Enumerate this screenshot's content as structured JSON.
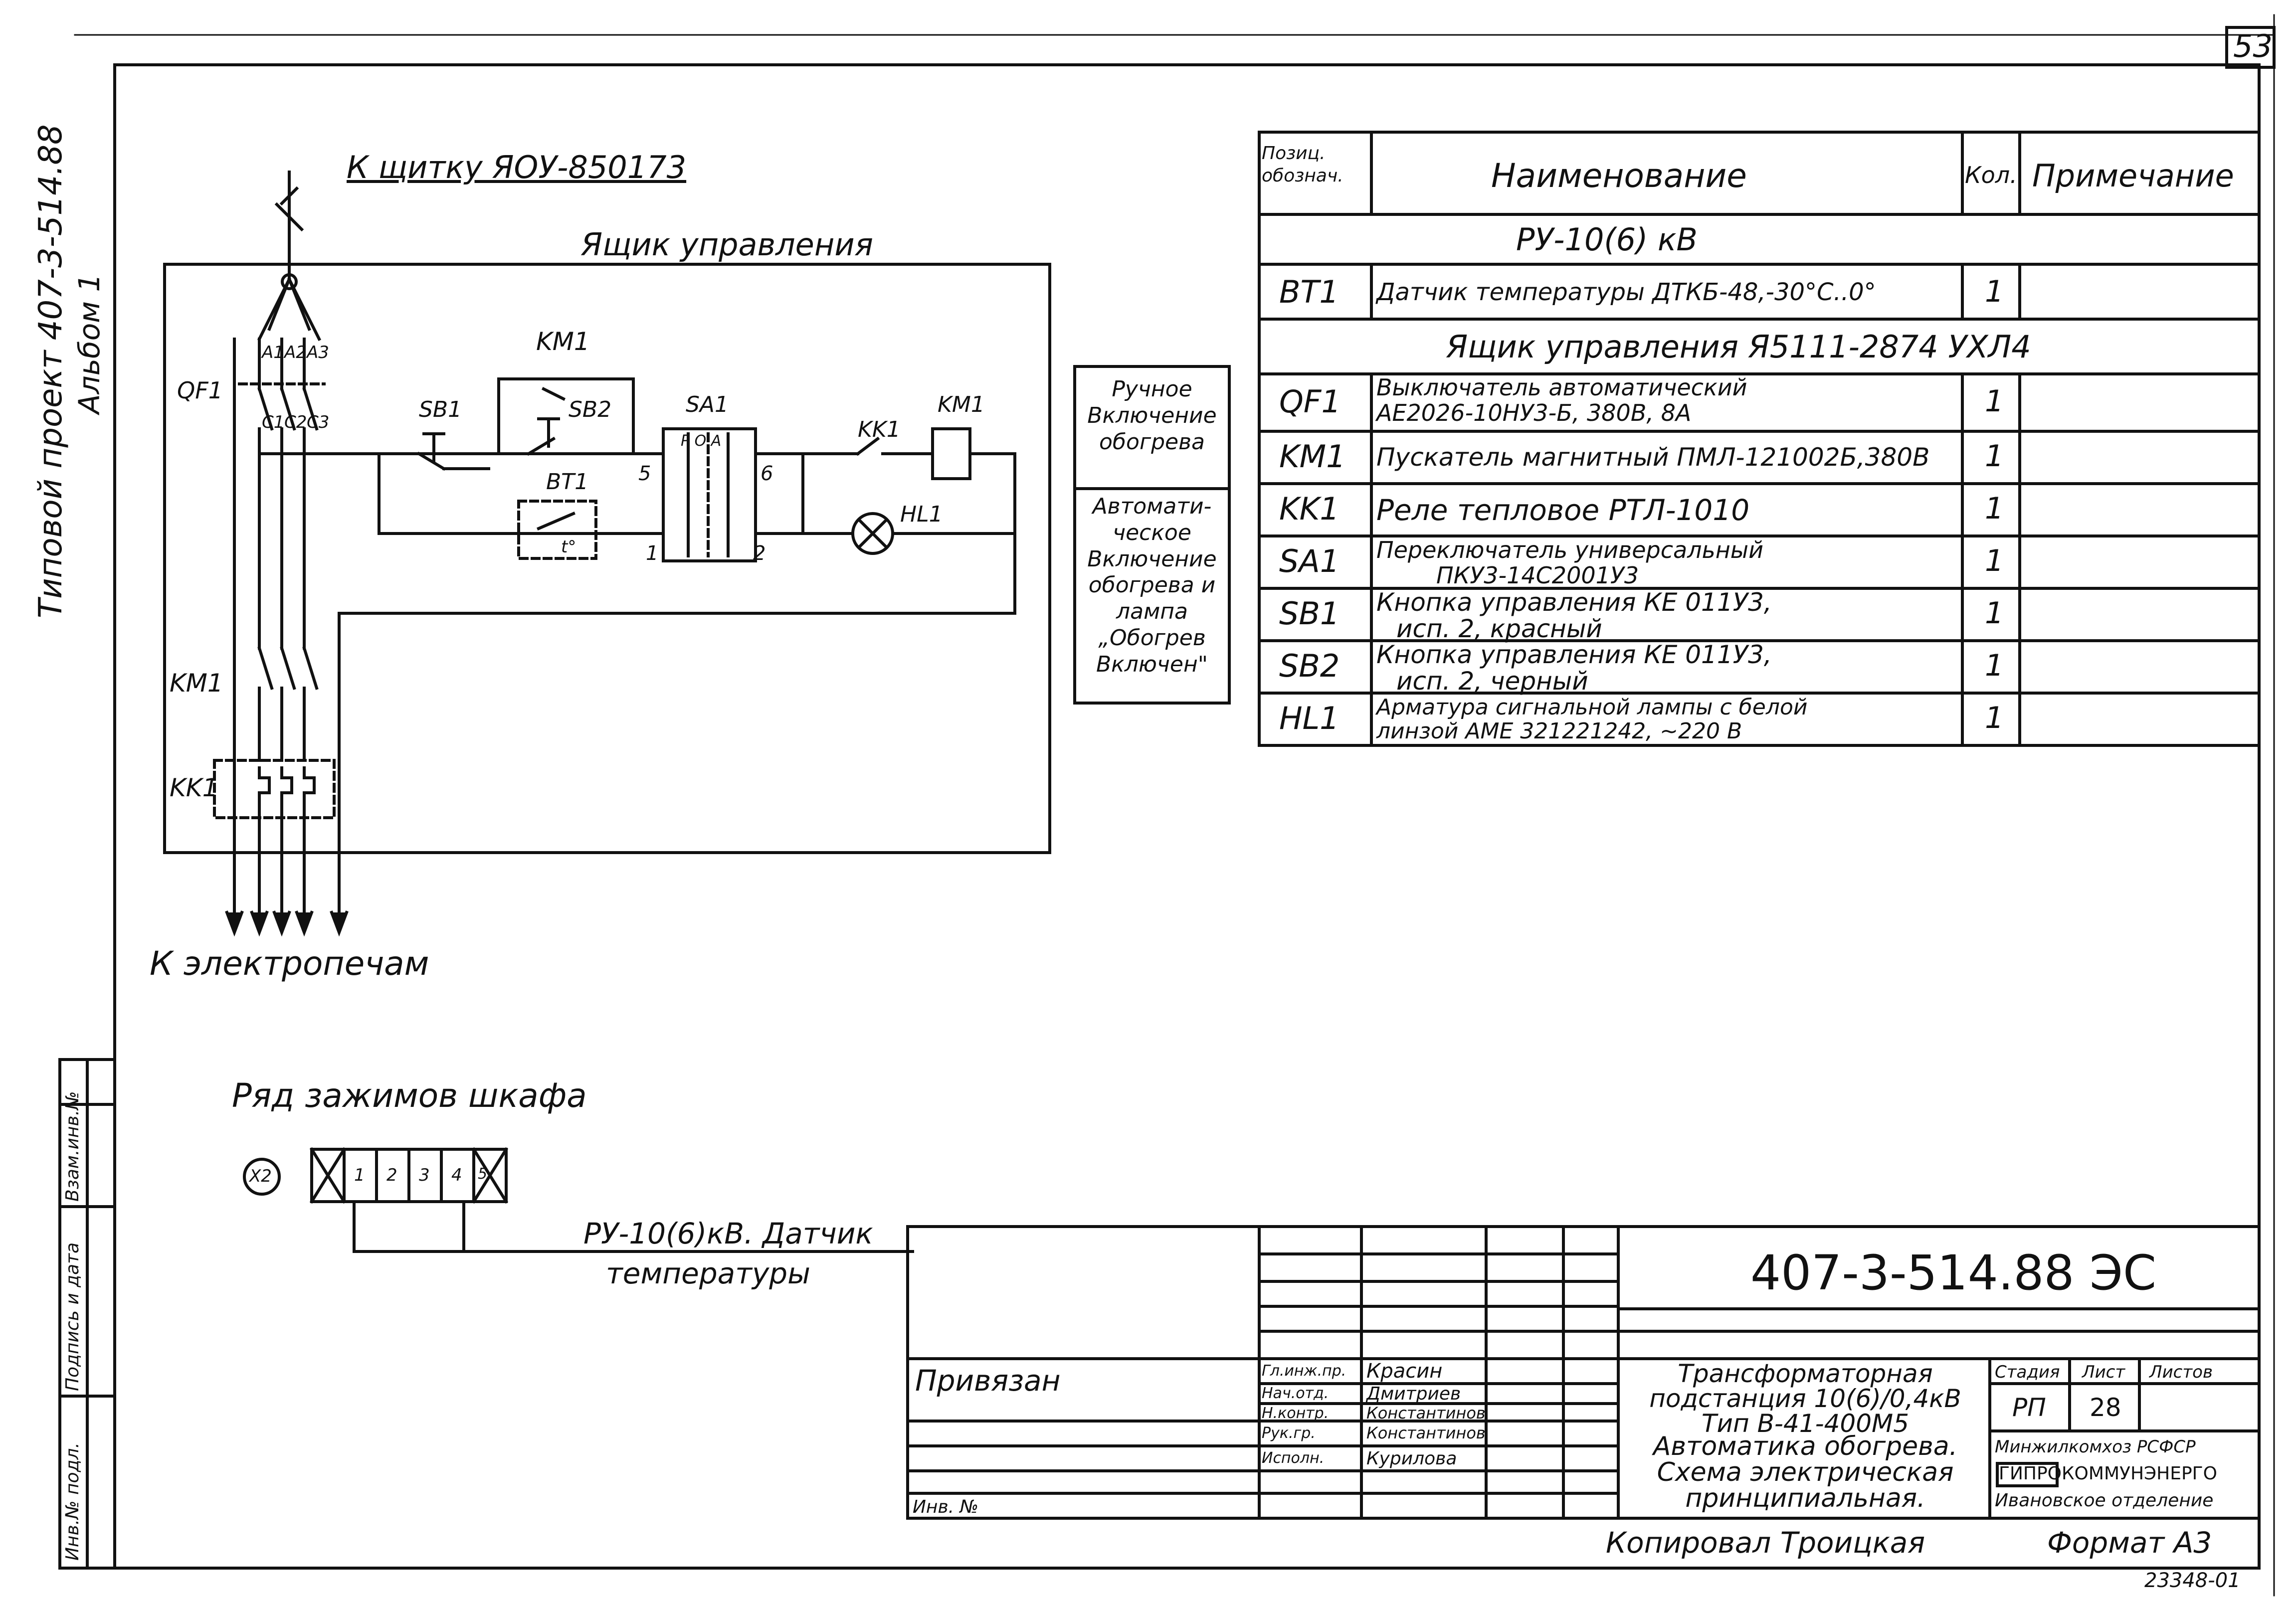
{
  "sheet_number": "53",
  "left_margin": {
    "project_line1": "Типовой проект 407-3-514.88",
    "project_line2": "Альбом 1",
    "stamp_col1": "Инв.№ подл.",
    "stamp_col2": "Подпись и дата",
    "stamp_col3": "Взам.инв.№"
  },
  "schematic": {
    "supply_label": "К щитку ЯОУ-850173",
    "box_title": "Ящик управления",
    "output_label": "К электропечам",
    "labels": {
      "qf1": "QF1",
      "a1": "A1",
      "a2": "A2",
      "a3": "A3",
      "c1": "C1",
      "c2": "C2",
      "c3": "C3",
      "km1_main": "KM1",
      "kk1_main": "KK1",
      "km1_aux": "KM1",
      "sb1": "SB1",
      "sb2": "SB2",
      "bt1": "BT1",
      "bt1_sym": "t°",
      "sa1": "SA1",
      "sa1_pos": "Р  О  А",
      "n5": "5",
      "n6": "6",
      "n1": "1",
      "n2": "2",
      "kk1_aux": "KK1",
      "km1_coil": "KM1",
      "hl1": "HL1"
    }
  },
  "mode_notes": [
    {
      "lines": [
        "Ручное",
        "Включение",
        "обогрева"
      ]
    },
    {
      "lines": [
        "Автомати-",
        "ческое",
        "Включение",
        "обогрева и",
        "лампа",
        "„Обогрев",
        "Включен\""
      ]
    }
  ],
  "spec_table": {
    "headers": {
      "pos": [
        "Позиц.",
        "обознач."
      ],
      "name": "Наименование",
      "qty": "Кол.",
      "note": "Примечание"
    },
    "rows": [
      {
        "type": "section",
        "text": "РУ-10(6) кВ"
      },
      {
        "type": "item",
        "pos": "BT1",
        "name": [
          "Датчик температуры ДТКБ-48,-30°С..0°"
        ],
        "qty": "1"
      },
      {
        "type": "section",
        "text": "Ящик управления Я5111-2874 УХЛ4"
      },
      {
        "type": "item",
        "pos": "QF1",
        "name": [
          "Выключатель автоматический",
          "АЕ2026-10НУ3-Б, 380В, 8А"
        ],
        "qty": "1"
      },
      {
        "type": "item",
        "pos": "KM1",
        "name": [
          "Пускатель магнитный ПМЛ-121002Б,380В"
        ],
        "qty": "1"
      },
      {
        "type": "item",
        "pos": "KK1",
        "name": [
          "Реле тепловое РТЛ-1010"
        ],
        "qty": "1"
      },
      {
        "type": "item",
        "pos": "SA1",
        "name": [
          "Переключатель универсальный",
          "ПКУ3-14С2001У3"
        ],
        "qty": "1"
      },
      {
        "type": "item",
        "pos": "SB1",
        "name": [
          "Кнопка управления КЕ 011У3,",
          "исп. 2, красный"
        ],
        "qty": "1"
      },
      {
        "type": "item",
        "pos": "SB2",
        "name": [
          "Кнопка управления КЕ 011У3,",
          "исп. 2, черный"
        ],
        "qty": "1"
      },
      {
        "type": "item",
        "pos": "HL1",
        "name": [
          "Арматура сигнальной лампы с белой",
          "линзой АМЕ 321221242, ~220 В"
        ],
        "qty": "1"
      }
    ]
  },
  "terminal_strip": {
    "title": "Ряд зажимов шкафа",
    "tag": "X2",
    "terminals": [
      "1",
      "2",
      "3",
      "4",
      "5"
    ],
    "cable_label_line1": "РУ-10(6)кВ. Датчик",
    "cable_label_line2": "температуры"
  },
  "title_block": {
    "code": "407-3-514.88 ЭС",
    "privyazan": "Привязан",
    "inv_no": "Инв. №",
    "signers": [
      {
        "role": "Гл.инж.пр.",
        "name": "Красин"
      },
      {
        "role": "Нач.отд.",
        "name": "Дмитриев"
      },
      {
        "role": "Н.контр.",
        "name": "Константинов"
      },
      {
        "role": "Рук.гр.",
        "name": "Константинов"
      },
      {
        "role": "Исполн.",
        "name": "Курилова"
      }
    ],
    "object_lines": [
      "Трансформаторная",
      "подстанция 10(6)/0,4кВ",
      "Тип В-41-400М5"
    ],
    "drawing_lines": [
      "Автоматика обогрева.",
      "Схема электрическая",
      "принципиальная."
    ],
    "stage_header": "Стадия",
    "sheet_header": "Лист",
    "sheets_header": "Листов",
    "stage": "РП",
    "sheet": "28",
    "org_lines": [
      "Минжилкомхоз РСФСР",
      "ГИПРОКОММУНЭНЕРГО",
      "Ивановское отделение"
    ]
  },
  "footer": {
    "copied_by": "Копировал Троицкая",
    "format": "Формат А3",
    "archive_no": "23348-01"
  }
}
